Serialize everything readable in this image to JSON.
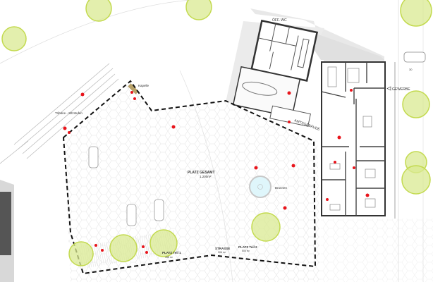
{
  "labels": {
    "platz_gesamt": "PLATZ GESAMT",
    "platz_gesamt_area": "1.200m²",
    "brunnen": "Brunnen",
    "strasse": "STRASSE",
    "strasse_area": "206 m²",
    "platz_teil_1": "PLATZ Teil 1",
    "platz_teil_1_area": "495 m²",
    "platz_teil_2": "PLATZ Teil 2",
    "platz_teil_2_area": "500 m²",
    "kapelle": "Kapelle",
    "tribuene": "Tribüne - Sitzstufen",
    "oeff_wc": "ÖFF. WC",
    "amtsgebaeude": "AMTSGEBÄUDE",
    "gewerbe": "GEWERBE",
    "parking_width": "30"
  },
  "colors": {
    "tree_fill": "#d9ea92",
    "tree_stroke": "#c3da4f",
    "marker": "#e8141b",
    "water": "#dff6fb",
    "boundary": "#111111"
  }
}
